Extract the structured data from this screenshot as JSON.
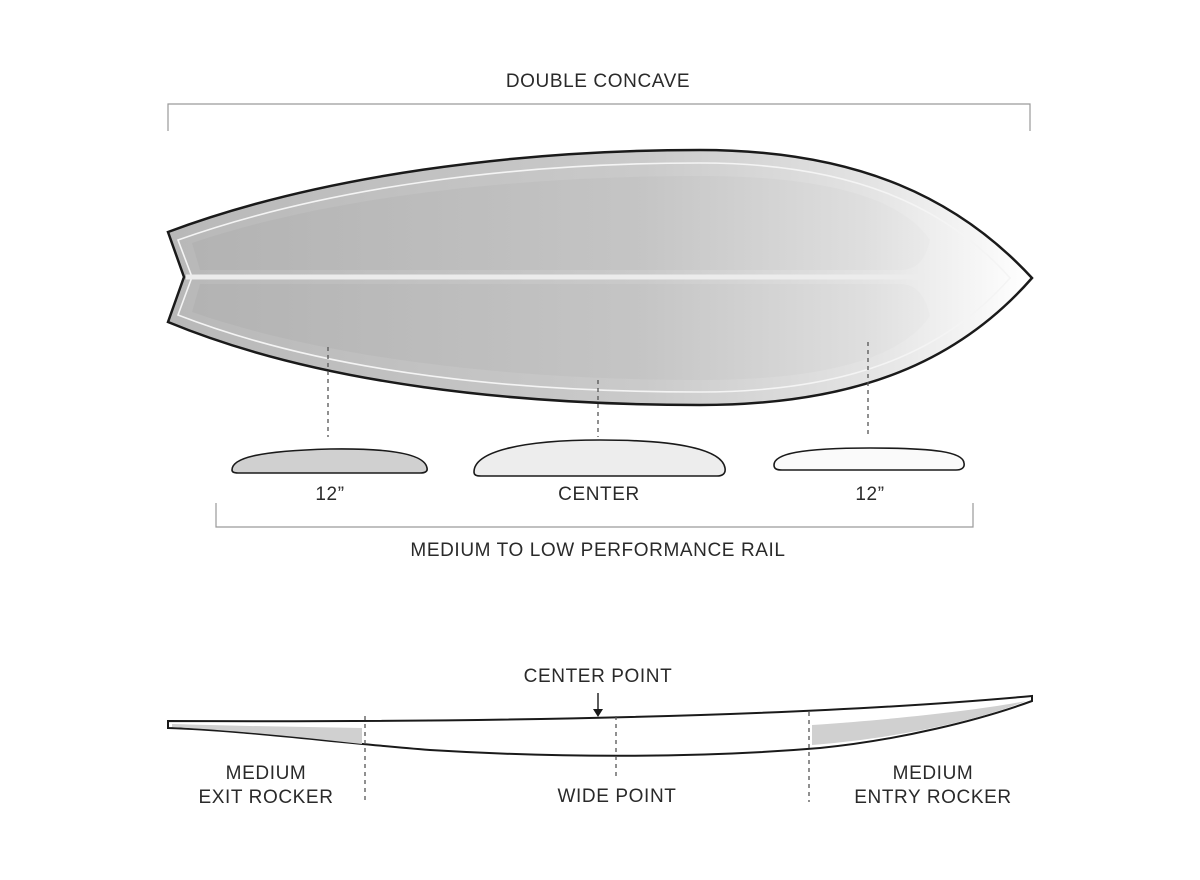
{
  "labels": {
    "top_bracket": "DOUBLE CONCAVE",
    "rail_left": "12”",
    "rail_center": "CENTER",
    "rail_right": "12”",
    "rail_bracket": "MEDIUM TO LOW PERFORMANCE RAIL",
    "center_point": "CENTER POINT",
    "exit_rocker_line1": "MEDIUM",
    "exit_rocker_line2": "EXIT ROCKER",
    "wide_point": "WIDE POINT",
    "entry_rocker_line1": "MEDIUM",
    "entry_rocker_line2": "ENTRY ROCKER"
  },
  "colors": {
    "outline": "#1a1a1a",
    "bottom_gray": "#b9b9b9",
    "rocker_fill": "#d0d0d0",
    "guide_line": "#555555"
  }
}
